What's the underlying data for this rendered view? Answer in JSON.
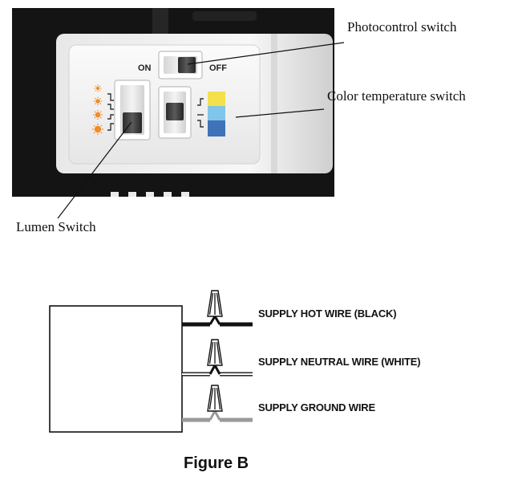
{
  "photo": {
    "on_label": "ON",
    "off_label": "OFF",
    "colors": {
      "yellow": "#f4e04a",
      "lightblue": "#7fc6ea",
      "blue": "#3f72b8",
      "sun": "#f28b2a"
    }
  },
  "callouts": {
    "photocontrol": "Photocontrol switch",
    "color_temp": "Color temperature switch",
    "lumen": "Lumen Switch"
  },
  "wiring": {
    "hot": "SUPPLY HOT WIRE (BLACK)",
    "neutral": "SUPPLY NEUTRAL WIRE (WHITE)",
    "ground": "SUPPLY GROUND WIRE",
    "caption": "Figure B"
  }
}
